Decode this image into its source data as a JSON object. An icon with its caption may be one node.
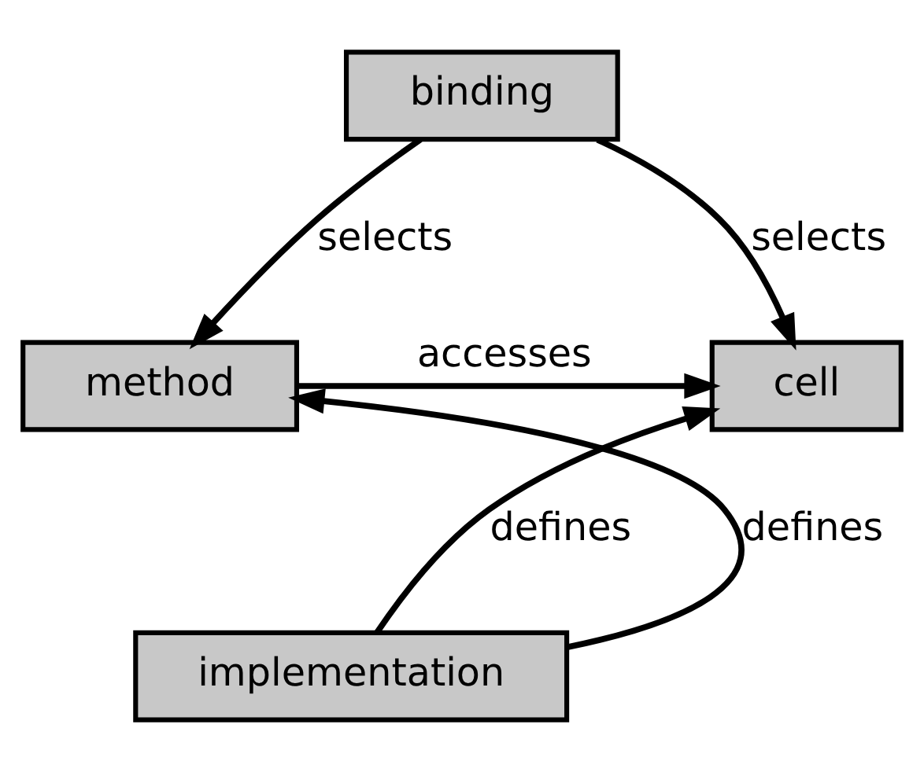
{
  "diagram": {
    "nodes": [
      {
        "text": [
          "binding"
        ]
      },
      {
        "text": [
          "cell"
        ]
      },
      {
        "text": [
          "method"
        ]
      },
      {
        "text": [
          "implementation"
        ]
      }
    ],
    "edges": [
      {
        "from": 0,
        "to": 1,
        "arrow": "to",
        "label": "selects"
      },
      {
        "from": 0,
        "to": 2,
        "arrow": "to",
        "label": "selects"
      },
      {
        "from": 2,
        "to": 1,
        "arrow": "to",
        "label": "accesses"
      },
      {
        "from": 3,
        "to": 1,
        "arrow": "to",
        "label": "defines"
      },
      {
        "from": 3,
        "to": 2,
        "arrow": "to",
        "label": "defines"
      }
    ]
  }
}
